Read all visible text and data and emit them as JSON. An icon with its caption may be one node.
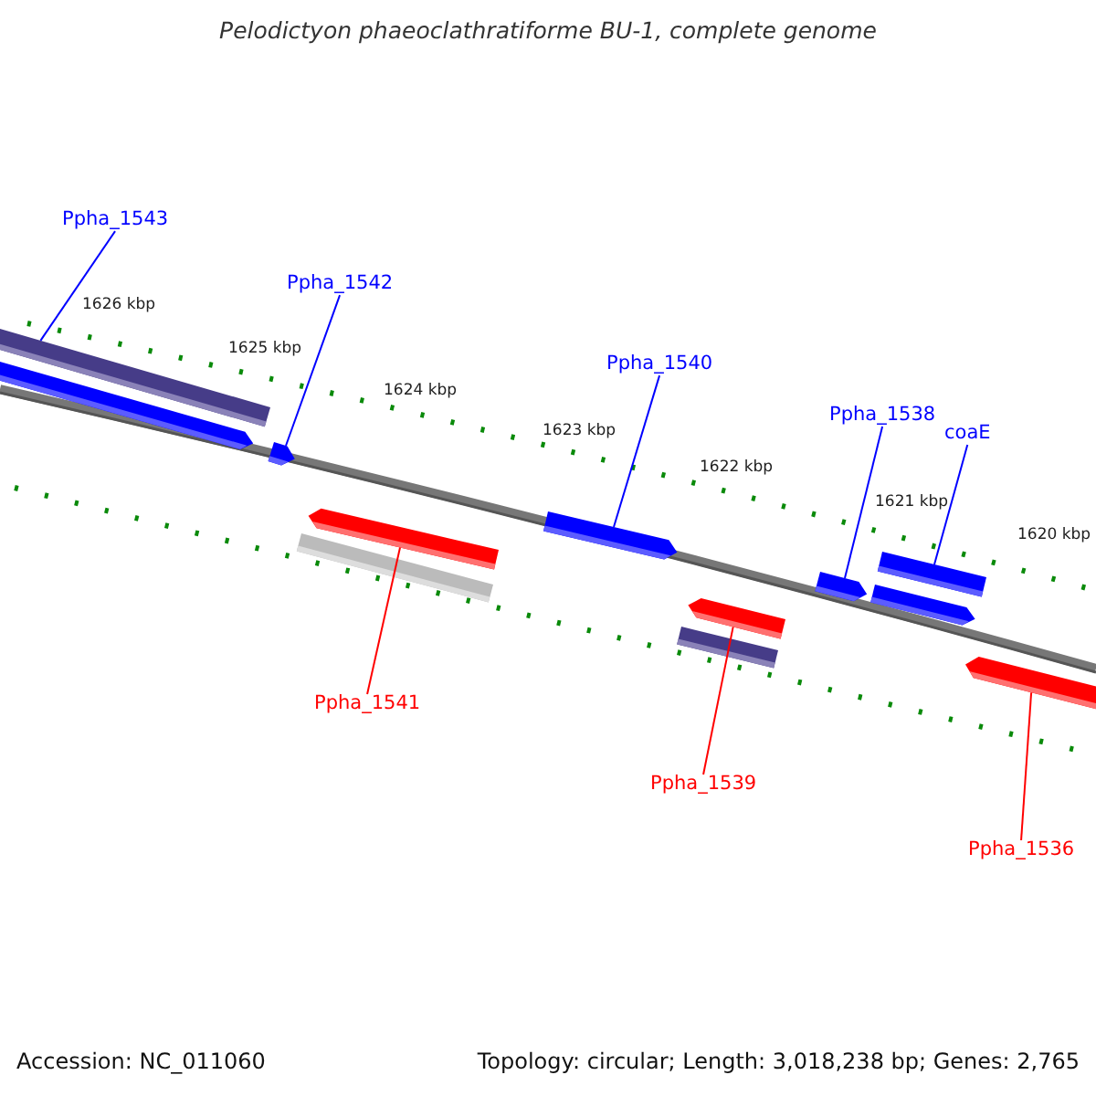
{
  "diagram": {
    "title": "Pelodictyon phaeoclathratiforme BU-1, complete genome",
    "nodes": [
      {
        "text": [
          "Ppha_1543"
        ]
      },
      {
        "text": [
          "Ppha_1542"
        ]
      },
      {
        "text": [
          "Ppha_1540"
        ]
      },
      {
        "text": [
          "Ppha_1538"
        ]
      },
      {
        "text": [
          "coaE"
        ]
      },
      {
        "text": [
          "Ppha_1541"
        ]
      },
      {
        "text": [
          "Ppha_1539"
        ]
      },
      {
        "text": [
          "Ppha_1536"
        ]
      },
      {
        "text": [],
        "shape": "bar"
      },
      {
        "text": [],
        "shape": "bar"
      },
      {
        "text": [],
        "shape": "bar"
      },
      {
        "text": [],
        "shape": "bar"
      },
      {
        "text": [],
        "shape": "bar"
      },
      {
        "text": [],
        "shape": "bar"
      },
      {
        "text": [],
        "shape": "bar"
      },
      {
        "text": [],
        "shape": "bar"
      }
    ],
    "edges": [
      {
        "from": 0,
        "to": 8,
        "arrow": "none"
      },
      {
        "from": 1,
        "to": 9,
        "arrow": "none"
      },
      {
        "from": 2,
        "to": 10,
        "arrow": "none"
      },
      {
        "from": 3,
        "to": 11,
        "arrow": "none"
      },
      {
        "from": 4,
        "to": 12,
        "arrow": "none"
      },
      {
        "from": 5,
        "to": 13,
        "arrow": "none",
        "color": "#ff0000"
      },
      {
        "from": 6,
        "to": 14,
        "arrow": "none",
        "color": "#ff0000"
      },
      {
        "from": 7,
        "to": 15,
        "arrow": "none",
        "color": "#ff0000"
      }
    ],
    "labels": [
      "1626 kbp",
      "1625 kbp",
      "1624 kbp",
      "1623 kbp",
      "1622 kbp",
      "1621 kbp",
      "1620 kbp",
      "Accession: NC_011060",
      "Topology: circular; Length: 3,018,238 bp; Genes: 2,765"
    ]
  }
}
